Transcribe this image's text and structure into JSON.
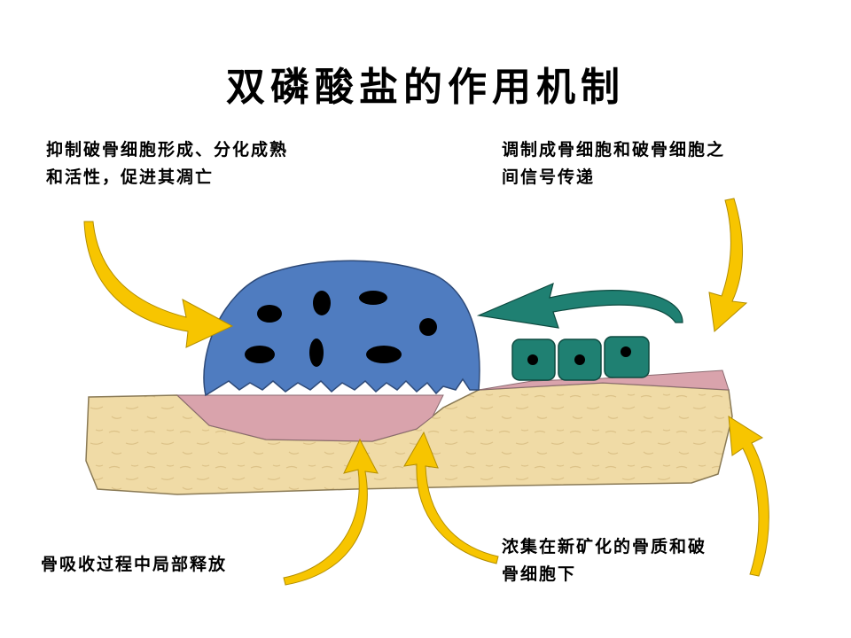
{
  "title": "双磷酸盐的作用机制",
  "labels": {
    "top_left": [
      "抑制破骨细胞形成、分化成熟",
      "和活性，促进其凋亡"
    ],
    "top_right": [
      "调制成骨细胞和破骨细胞之",
      "间信号传递"
    ],
    "bottom_left": [
      "骨吸收过程中局部释放"
    ],
    "bottom_right": [
      "浓集在新矿化的骨质和破",
      "骨细胞下"
    ]
  },
  "colors": {
    "bone": "#f0dba6",
    "resorption_pit": "#d9a3ac",
    "osteoclast": "#4f7cc0",
    "osteoblast": "#1f8072",
    "arrow": "#f7c500",
    "signal_arrow": "#1f8072"
  }
}
